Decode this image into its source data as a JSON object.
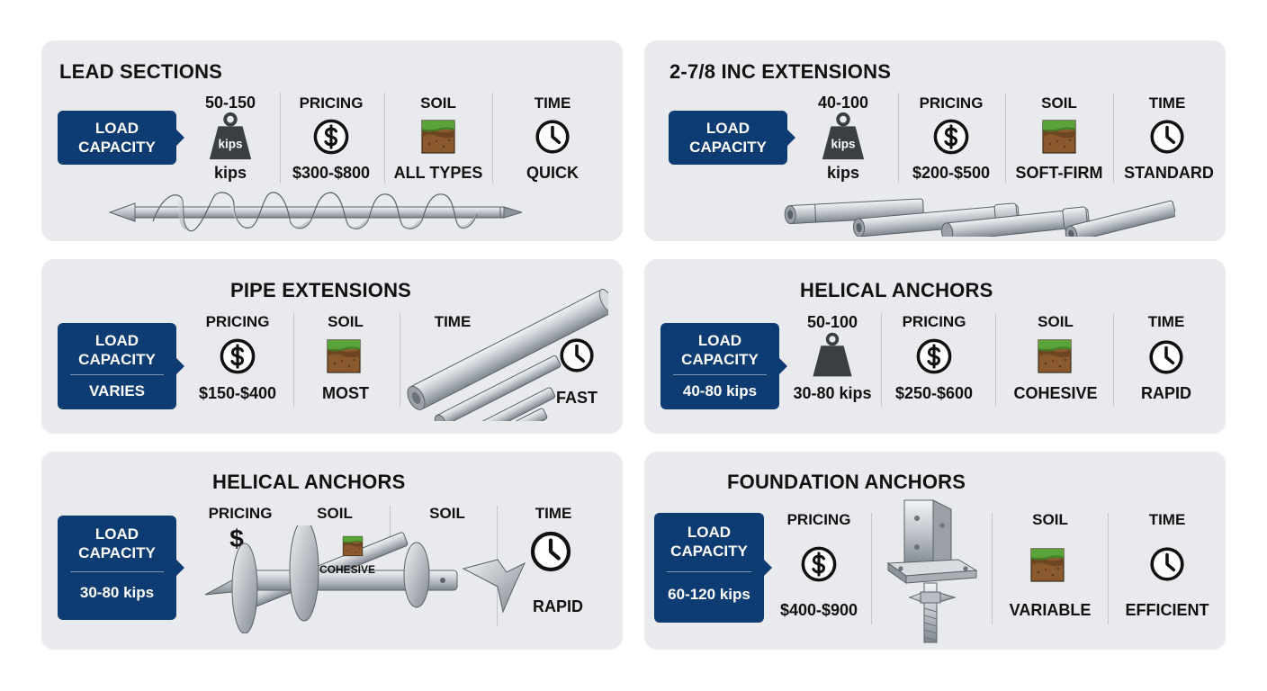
{
  "cards": [
    {
      "title": "LEAD SECTIONS",
      "load_label_1": "LOAD",
      "load_label_2": "CAPACITY",
      "load_value": "50-150",
      "weight_icon_label": "kips",
      "load_unit": "kips",
      "pricing_label": "PRICING",
      "pricing_value": "$300-$800",
      "soil_label": "SOIL",
      "soil_value": "ALL TYPES",
      "time_label": "TIME",
      "time_value": "QUICK"
    },
    {
      "title": "2-7/8 INC EXTENSIONS",
      "load_label_1": "LOAD",
      "load_label_2": "CAPACITY",
      "load_value": "40-100",
      "weight_icon_label": "kips",
      "load_unit": "kips",
      "pricing_label": "PRICING",
      "pricing_value": "$200-$500",
      "soil_label": "SOIL",
      "soil_value": "SOFT-FIRM",
      "time_label": "TIME",
      "time_value": "STANDARD"
    },
    {
      "title": "PIPE EXTENSIONS",
      "load_label_1": "LOAD",
      "load_label_2": "CAPACITY",
      "load_box_value": "VARIES",
      "pricing_label": "PRICING",
      "pricing_value": "$150-$400",
      "soil_label": "SOIL",
      "soil_value": "MOST",
      "time_label": "TIME",
      "time_value": "FAST"
    },
    {
      "title": "HELICAL ANCHORS",
      "load_label_1": "LOAD",
      "load_label_2": "CAPACITY",
      "load_box_value": "40-80 kips",
      "load_value": "50-100",
      "load_unit": "30-80 kips",
      "pricing_label": "PRICING",
      "pricing_value": "$250-$600",
      "soil_label": "SOIL",
      "soil_value": "COHESIVE",
      "time_label": "TIME",
      "time_value": "RAPID"
    },
    {
      "title": "HELICAL ANCHORS",
      "load_label_1": "LOAD",
      "load_label_2": "CAPACITY",
      "load_box_value": "30-80 kips",
      "pricing_label": "PRICING",
      "dollar_sign": "$",
      "soil_label": "SOIL",
      "soil_inline_value": "COHESIVE",
      "soil_label_2": "SOIL",
      "time_label": "TIME",
      "time_value": "RAPID"
    },
    {
      "title": "FOUNDATION ANCHORS",
      "load_label_1": "LOAD",
      "load_label_2": "CAPACITY",
      "load_box_value": "60-120 kips",
      "pricing_label": "PRICING",
      "pricing_value": "$400-$900",
      "soil_label": "SOIL",
      "soil_value": "VARIABLE",
      "time_label": "TIME",
      "time_value": "EFFICIENT"
    }
  ],
  "colors": {
    "accent": "#0d3c73",
    "card_bg": "#e8eaed",
    "grass": "#5aa33a",
    "soil": "#8a5a2e"
  },
  "icons": [
    "weight-icon",
    "dollar-icon",
    "soil-icon",
    "clock-icon",
    "helical-pile-icon",
    "pipe-icon",
    "bracket-icon"
  ]
}
